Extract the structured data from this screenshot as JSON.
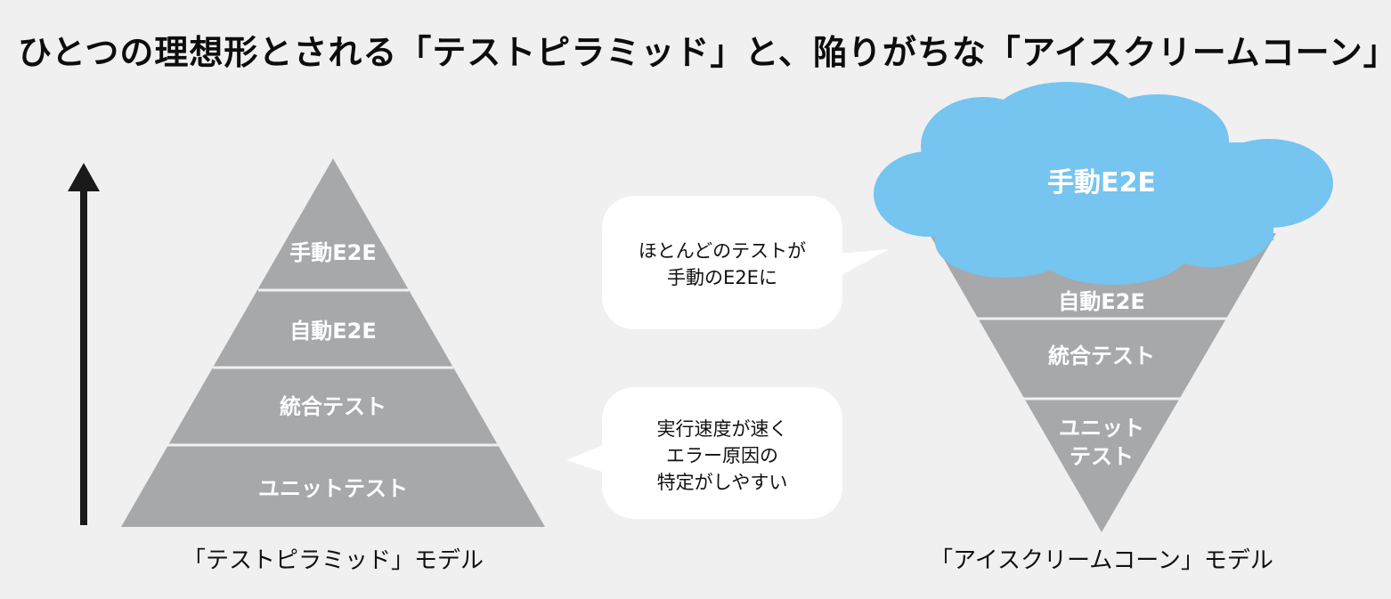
{
  "title": "ひとつの理想形とされる「テストピラミッド」と、陥りがちな「アイスクリームコーン」",
  "pyramid": {
    "caption": "「テストピラミッド」モデル",
    "layers": [
      "手動E2E",
      "自動E2E",
      "統合テスト",
      "ユニットテスト"
    ]
  },
  "icecream": {
    "caption": "「アイスクリームコーン」モデル",
    "cloud_label": "手動E2E",
    "layers": [
      "自動E2E",
      "統合テスト",
      "ユニット",
      "テスト"
    ]
  },
  "bubbles": {
    "top": [
      "ほとんどのテストが",
      "手動のE2Eに"
    ],
    "bottom": [
      "実行速度が速く",
      "エラー原因の",
      "特定がしやすい"
    ]
  },
  "colors": {
    "background": "#eff0ef",
    "layer_gray": "#a7a8aa",
    "cloud_blue": "#76c4f0",
    "arrow": "#1a1a1a",
    "bubble": "#ffffff"
  }
}
